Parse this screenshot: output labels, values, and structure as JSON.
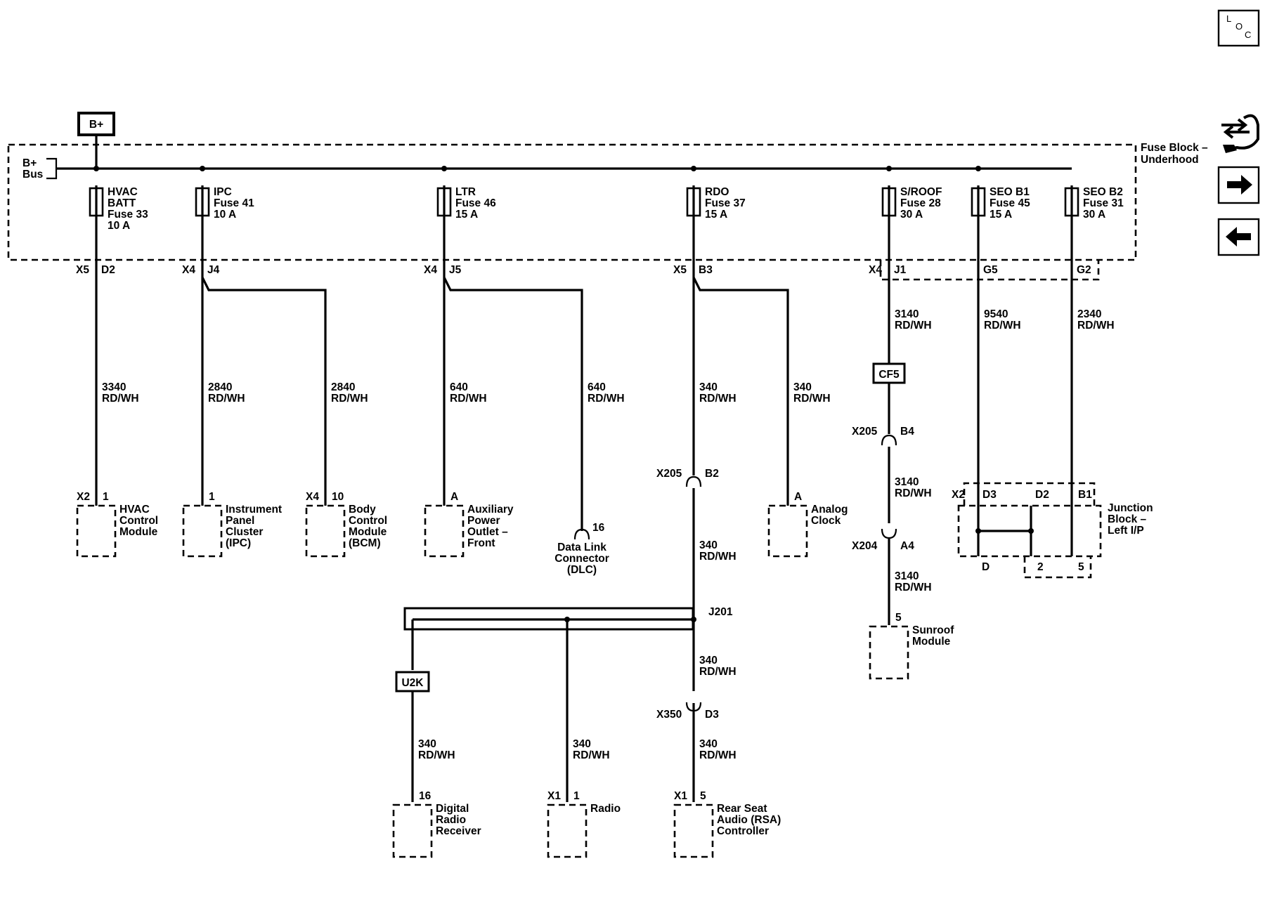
{
  "labels": {
    "bplus_tag": "B+",
    "bus_1": "B+",
    "bus_2": "Bus",
    "fuse_block_1": "Fuse Block –",
    "fuse_block_2": "Underhood",
    "fuses": [
      {
        "lines": [
          "HVAC",
          "BATT",
          "Fuse 33",
          "10 A"
        ]
      },
      {
        "lines": [
          "IPC",
          "Fuse 41",
          "10 A"
        ]
      },
      {
        "lines": [
          "LTR",
          "Fuse 46",
          "15 A"
        ]
      },
      {
        "lines": [
          "RDO",
          "Fuse 37",
          "15 A"
        ]
      },
      {
        "lines": [
          "S/ROOF",
          "Fuse 28",
          "30 A"
        ]
      },
      {
        "lines": [
          "SEO B1",
          "Fuse 45",
          "15 A"
        ]
      },
      {
        "lines": [
          "SEO B2",
          "Fuse 31",
          "30 A"
        ]
      }
    ],
    "connectors_top": [
      {
        "conn": "X5",
        "pin": "D2"
      },
      {
        "conn": "X4",
        "pin": "J4"
      },
      {
        "conn": "X4",
        "pin": "J5"
      },
      {
        "conn": "X5",
        "pin": "B3"
      },
      {
        "conn": "X4",
        "pin": "J1"
      },
      {
        "conn": "",
        "pin": "G5"
      },
      {
        "conn": "",
        "pin": "G2"
      }
    ],
    "wires": {
      "hvac": [
        "3340",
        "RD/WH"
      ],
      "ipc": [
        "2840",
        "RD/WH"
      ],
      "bcm": [
        "2840",
        "RD/WH"
      ],
      "apo": [
        "640",
        "RD/WH"
      ],
      "dlc": [
        "640",
        "RD/WH"
      ],
      "rdo_1": [
        "340",
        "RD/WH"
      ],
      "clock": [
        "340",
        "RD/WH"
      ],
      "rdo_2": [
        "340",
        "RD/WH"
      ],
      "rdo_3": [
        "340",
        "RD/WH"
      ],
      "rsa": [
        "340",
        "RD/WH"
      ],
      "drr": [
        "340",
        "RD/WH"
      ],
      "radio": [
        "340",
        "RD/WH"
      ],
      "sroof_1": [
        "3140",
        "RD/WH"
      ],
      "sroof_2": [
        "3140",
        "RD/WH"
      ],
      "sroof_3": [
        "3140",
        "RD/WH"
      ],
      "seob1": [
        "9540",
        "RD/WH"
      ],
      "seob2": [
        "2340",
        "RD/WH"
      ]
    },
    "splices": {
      "cf5": "CF5",
      "u2k": "U2K",
      "j201": "J201"
    },
    "inline": {
      "x205_b2_conn": "X205",
      "x205_b2_pin": "B2",
      "x350_conn": "X350",
      "x350_pin": "D3",
      "x205_b4_conn": "X205",
      "x205_b4_pin": "B4",
      "x204_conn": "X204",
      "x204_pin": "A4"
    },
    "components": {
      "hvac": {
        "conn": "X2",
        "pin": "1",
        "lines": [
          "HVAC",
          "Control",
          "Module"
        ]
      },
      "ipc": {
        "conn": "",
        "pin": "1",
        "lines": [
          "Instrument",
          "Panel",
          "Cluster",
          "(IPC)"
        ]
      },
      "bcm": {
        "conn": "X4",
        "pin": "10",
        "lines": [
          "Body",
          "Control",
          "Module",
          "(BCM)"
        ]
      },
      "apo": {
        "conn": "",
        "pin": "A",
        "lines": [
          "Auxiliary",
          "Power",
          "Outlet –",
          "Front"
        ]
      },
      "dlc": {
        "pin": "16",
        "lines": [
          "Data Link",
          "Connector",
          "(DLC)"
        ]
      },
      "clock": {
        "conn": "",
        "pin": "A",
        "lines": [
          "Analog",
          "Clock"
        ]
      },
      "sunroof": {
        "pin": "5",
        "lines": [
          "Sunroof",
          "Module"
        ]
      },
      "junction": {
        "conn": "X2",
        "pins": [
          "D3",
          "D2",
          "B1"
        ],
        "bottom_pins": [
          "D",
          "2",
          "5"
        ],
        "lines": [
          "Junction",
          "Block –",
          "Left I/P"
        ]
      },
      "drr": {
        "pin": "16",
        "lines": [
          "Digital",
          "Radio",
          "Receiver"
        ]
      },
      "radio": {
        "conn": "X1",
        "pin": "1",
        "lines": [
          "Radio"
        ]
      },
      "rsa": {
        "conn": "X1",
        "pin": "5",
        "lines": [
          "Rear Seat",
          "Audio (RSA)",
          "Controller"
        ]
      }
    },
    "nav": {
      "loc_l": "L",
      "loc_o": "O",
      "loc_c": "C"
    }
  }
}
